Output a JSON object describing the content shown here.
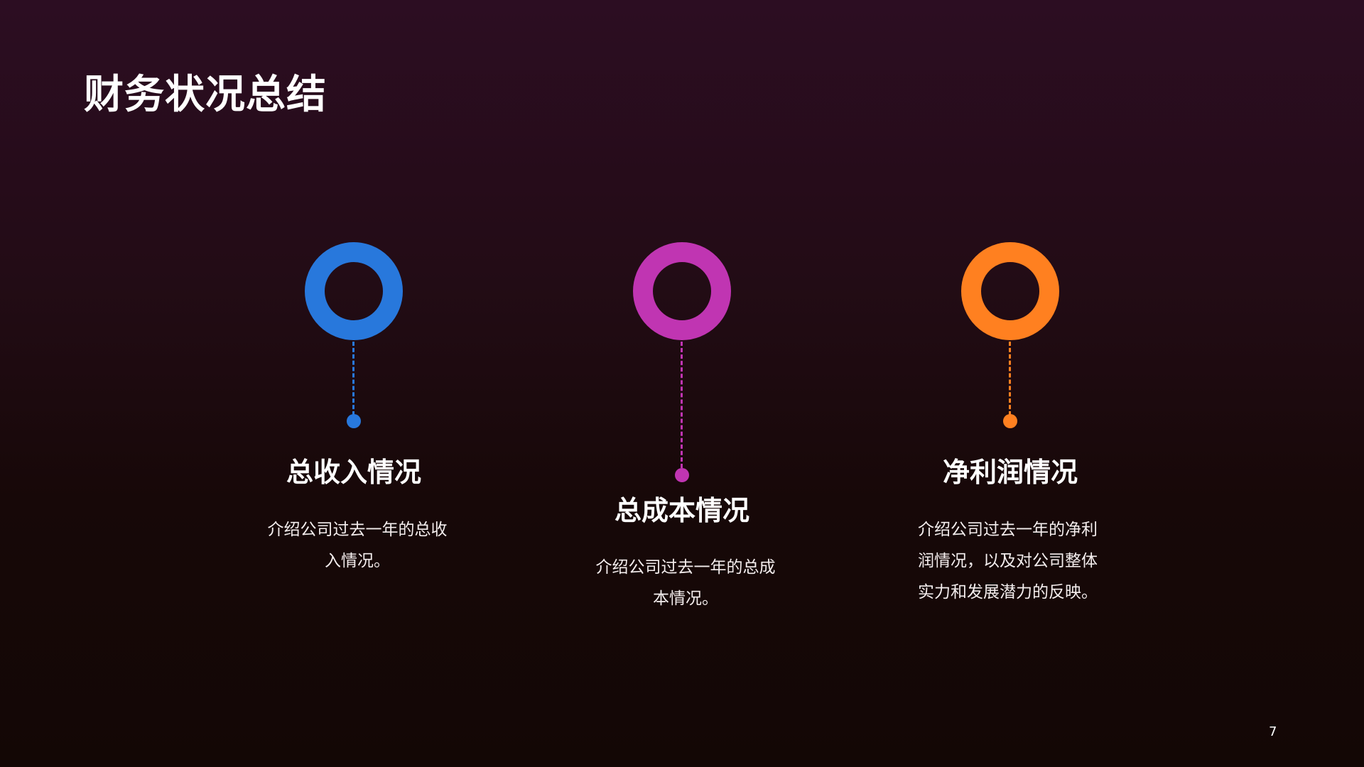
{
  "title": "财务状况总结",
  "items": [
    {
      "heading": "总收入情况",
      "description": "介绍公司过去一年的总收入情况。",
      "color": "#2878dc"
    },
    {
      "heading": "总成本情况",
      "description": "介绍公司过去一年的总成本情况。",
      "color": "#c035b2"
    },
    {
      "heading": "净利润情况",
      "description": "介绍公司过去一年的净利润情况，以及对公司整体实力和发展潜力的反映。",
      "color": "#ff8020"
    }
  ],
  "page_number": "7"
}
